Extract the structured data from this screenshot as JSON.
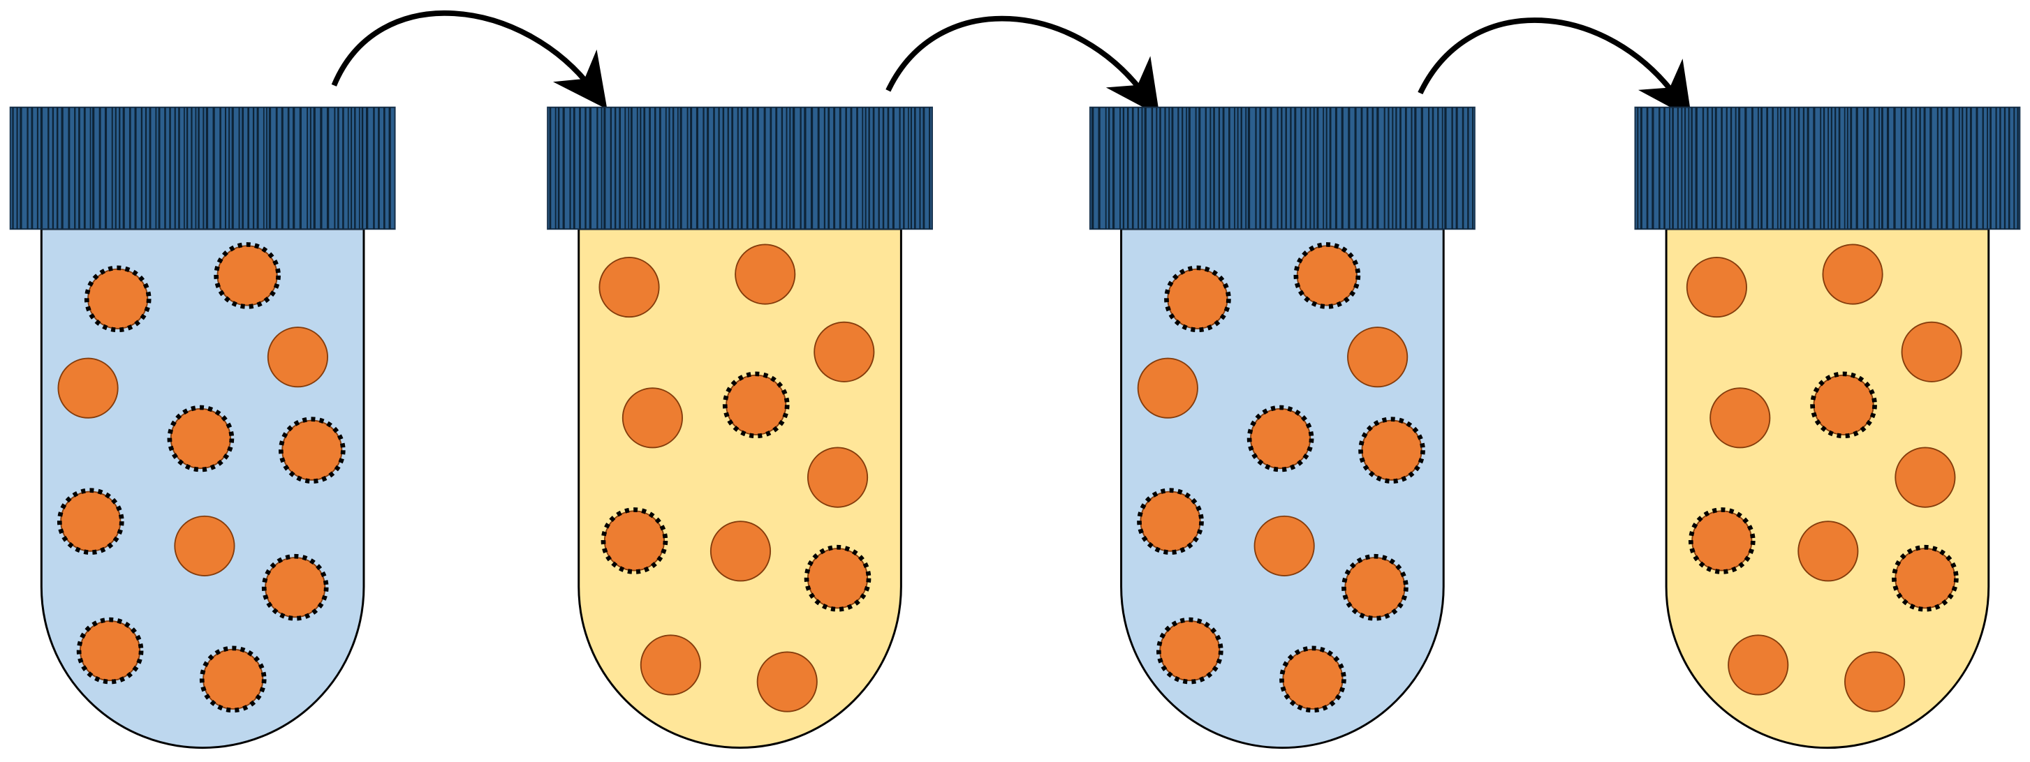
{
  "colors": {
    "cap_fill": "#2c5f8e",
    "cap_stripe": "#0d2336",
    "blue_liquid": "#bdd7ee",
    "yellow_liquid": "#ffe699",
    "bead_fill": "#ed7d31",
    "bead_outline": "#843c0c",
    "dotted_ring": "#000000",
    "arrow": "#000000"
  },
  "tubes": [
    {
      "name": "tube-1",
      "liquid": "blue",
      "beads": [
        {
          "ring": true
        },
        {
          "ring": true
        },
        {
          "ring": false
        },
        {
          "ring": false
        },
        {
          "ring": true
        },
        {
          "ring": true
        },
        {
          "ring": true
        },
        {
          "ring": false
        },
        {
          "ring": true
        },
        {
          "ring": true
        },
        {
          "ring": true
        }
      ]
    },
    {
      "name": "tube-2",
      "liquid": "yellow",
      "beads": [
        {
          "ring": false
        },
        {
          "ring": false
        },
        {
          "ring": false
        },
        {
          "ring": false
        },
        {
          "ring": true
        },
        {
          "ring": false
        },
        {
          "ring": true
        },
        {
          "ring": false
        },
        {
          "ring": true
        },
        {
          "ring": false
        },
        {
          "ring": false
        }
      ]
    },
    {
      "name": "tube-3",
      "liquid": "blue",
      "beads": [
        {
          "ring": true
        },
        {
          "ring": true
        },
        {
          "ring": false
        },
        {
          "ring": false
        },
        {
          "ring": true
        },
        {
          "ring": true
        },
        {
          "ring": true
        },
        {
          "ring": false
        },
        {
          "ring": true
        },
        {
          "ring": true
        },
        {
          "ring": true
        }
      ]
    },
    {
      "name": "tube-4",
      "liquid": "yellow",
      "beads": [
        {
          "ring": false
        },
        {
          "ring": false
        },
        {
          "ring": false
        },
        {
          "ring": false
        },
        {
          "ring": true
        },
        {
          "ring": false
        },
        {
          "ring": true
        },
        {
          "ring": false
        },
        {
          "ring": true
        },
        {
          "ring": false
        },
        {
          "ring": false
        }
      ]
    }
  ],
  "transfer_arrows": [
    {
      "from": "tube-1",
      "to": "tube-2"
    },
    {
      "from": "tube-2",
      "to": "tube-3"
    },
    {
      "from": "tube-3",
      "to": "tube-4"
    }
  ]
}
